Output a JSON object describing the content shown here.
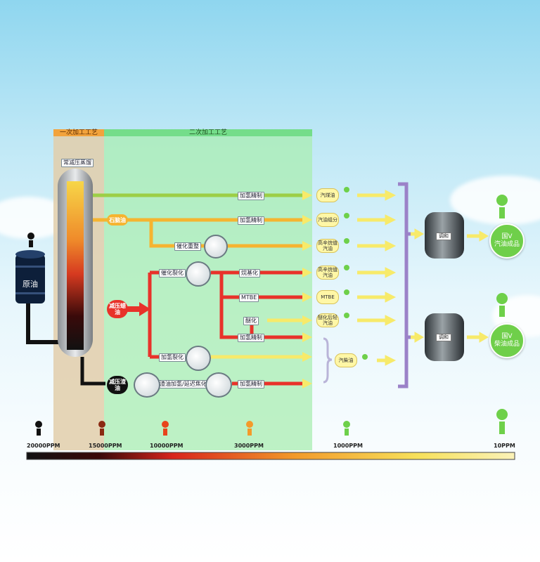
{
  "zones": {
    "primary": "一次加工工艺",
    "secondary": "二次加工工艺"
  },
  "labels": {
    "distillation": "常减压蒸馏",
    "crude": "原油"
  },
  "tags": {
    "naphtha": "石脑油",
    "wax_oil": "减压蜡油",
    "residue": "减压渣油"
  },
  "processes": {
    "hydrofining": "加氢精制",
    "reforming": "催化重整",
    "catalytic_cracking": "催化裂化",
    "alkylation": "烷基化",
    "mtbe": "MTBE",
    "etherification": "醚化",
    "hydrocracking": "加氢裂化",
    "residue": "渣油加氢/延迟焦化"
  },
  "products": [
    "汽煤油",
    "汽油组分",
    "高辛烷值汽油",
    "高辛烷值汽油",
    "MTBE",
    "醚化后轻汽油",
    "汽柴油"
  ],
  "tanks": {
    "blend": "调和"
  },
  "finals": [
    {
      "grade": "国V",
      "product": "汽油成品"
    },
    {
      "grade": "国V",
      "product": "柴油成品"
    }
  ],
  "ppm": [
    "20000PPM",
    "15000PPM",
    "10000PPM",
    "3000PPM",
    "1000PPM",
    "10PPM"
  ],
  "colors": {
    "primary_zone": "#e2ceaa",
    "secondary_zone": "#aaeeb2",
    "flow_red": "#e8322a",
    "flow_orange": "#f5b430",
    "flow_green": "#9ccf46",
    "arrow_yellow": "#f7ea6a",
    "bracket_purple": "#9b82c8",
    "grade_green": "#6fcf4a"
  }
}
